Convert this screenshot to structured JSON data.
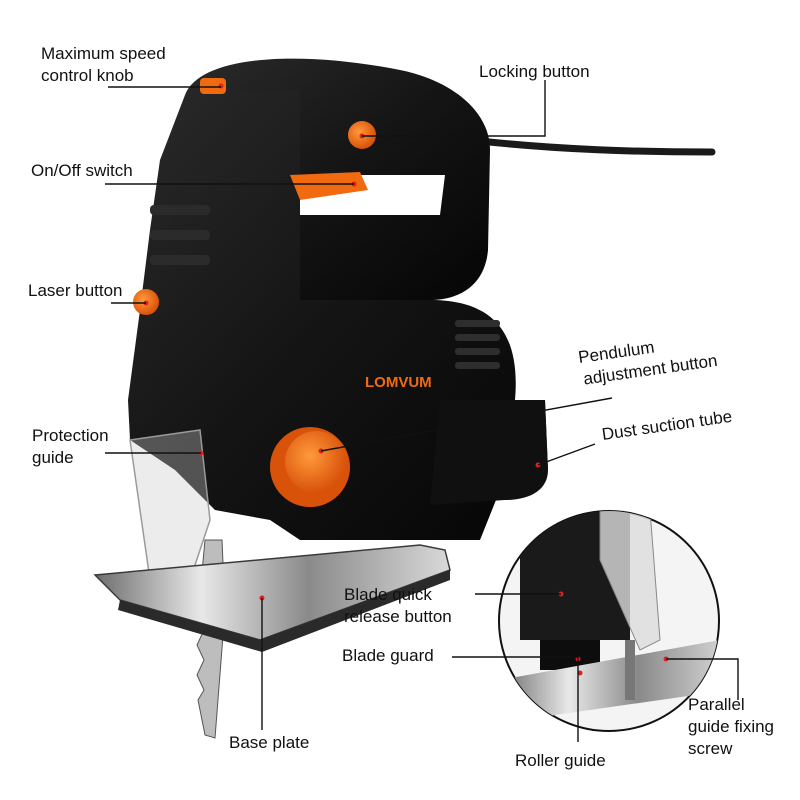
{
  "brand": {
    "logo_text": "LOMVUM"
  },
  "colors": {
    "accent": "#f26a0f",
    "body": "#161616",
    "leader": "#111111",
    "dot": "#e0201a"
  },
  "labels": {
    "max_speed": [
      "Maximum speed",
      "control knob"
    ],
    "locking": [
      "Locking button"
    ],
    "onoff": [
      "On/Off switch"
    ],
    "laser": [
      "Laser button"
    ],
    "pendulum": [
      "Pendulum",
      "adjustment button"
    ],
    "dust": [
      "Dust suction tube"
    ],
    "protection": [
      "Protection",
      "guide"
    ],
    "base_plate": [
      "Base plate"
    ],
    "blade_release": [
      "Blade quick",
      "release button"
    ],
    "blade_guard": [
      "Blade guard"
    ],
    "roller_guide": [
      "Roller guide"
    ],
    "parallel_guide": [
      "Parallel",
      "guide fixing",
      "screw"
    ]
  }
}
